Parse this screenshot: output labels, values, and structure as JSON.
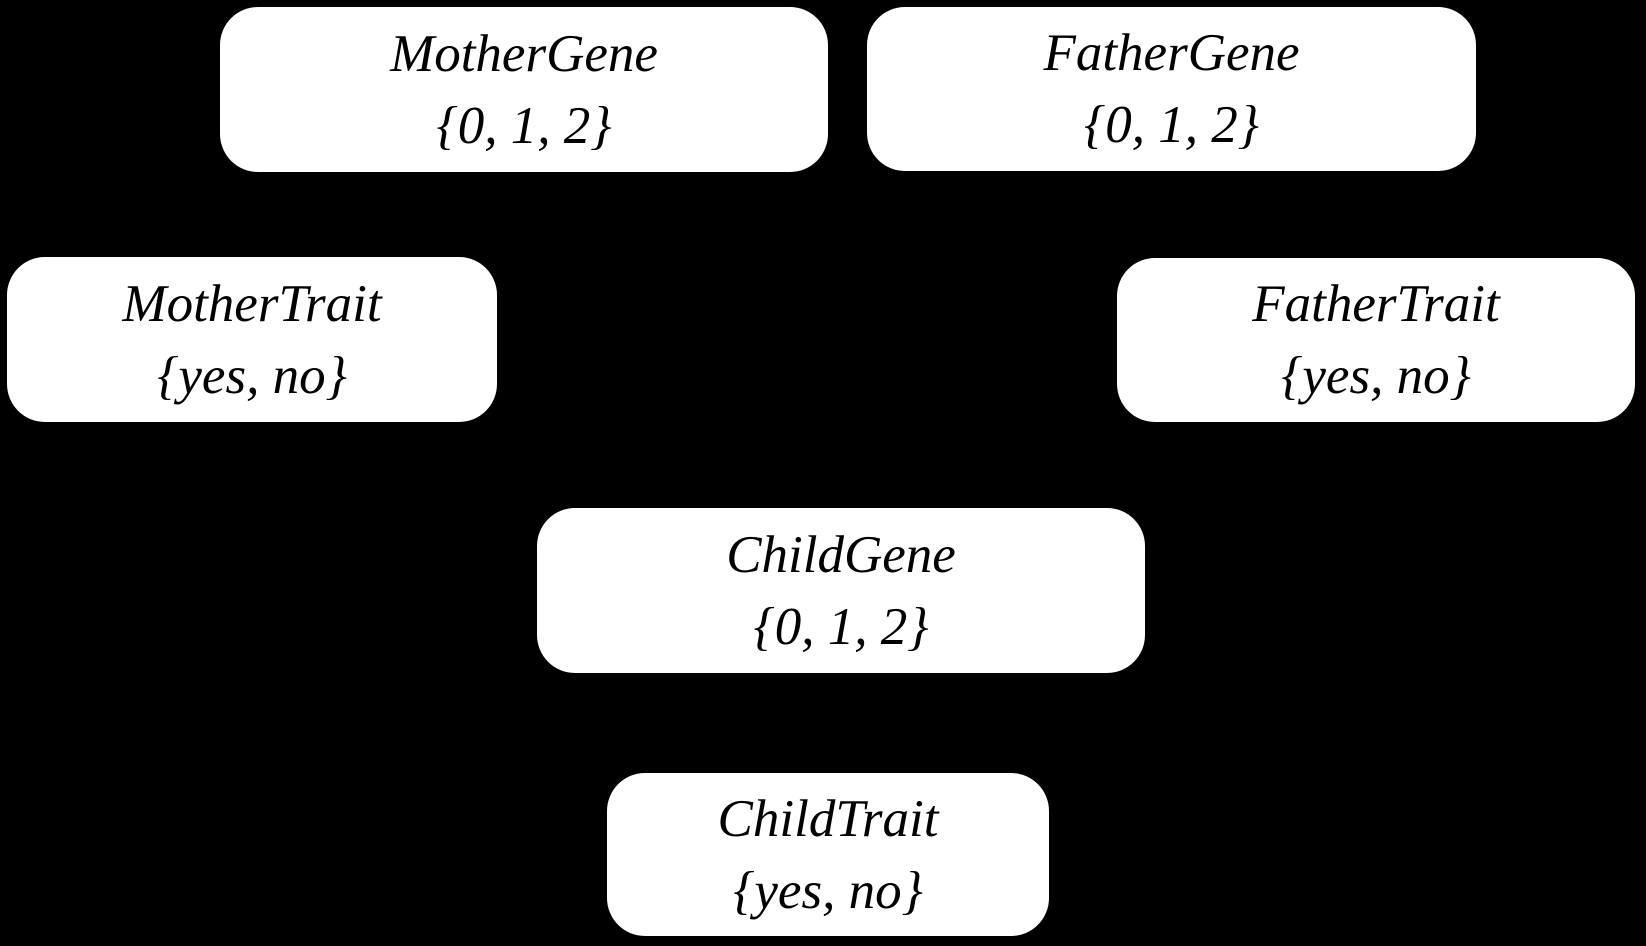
{
  "diagram": {
    "type": "bayesian-network",
    "colors": {
      "background": "#000000",
      "node_fill": "#ffffff",
      "node_text": "#000000"
    }
  },
  "nodes": [
    {
      "id": "mother-gene",
      "name": "MotherGene",
      "domain": "{0, 1, 2}"
    },
    {
      "id": "father-gene",
      "name": "FatherGene",
      "domain": "{0, 1, 2}"
    },
    {
      "id": "mother-trait",
      "name": "MotherTrait",
      "domain": "{yes, no}"
    },
    {
      "id": "father-trait",
      "name": "FatherTrait",
      "domain": "{yes, no}"
    },
    {
      "id": "child-gene",
      "name": "ChildGene",
      "domain": "{0, 1, 2}"
    },
    {
      "id": "child-trait",
      "name": "ChildTrait",
      "domain": "{yes, no}"
    }
  ]
}
